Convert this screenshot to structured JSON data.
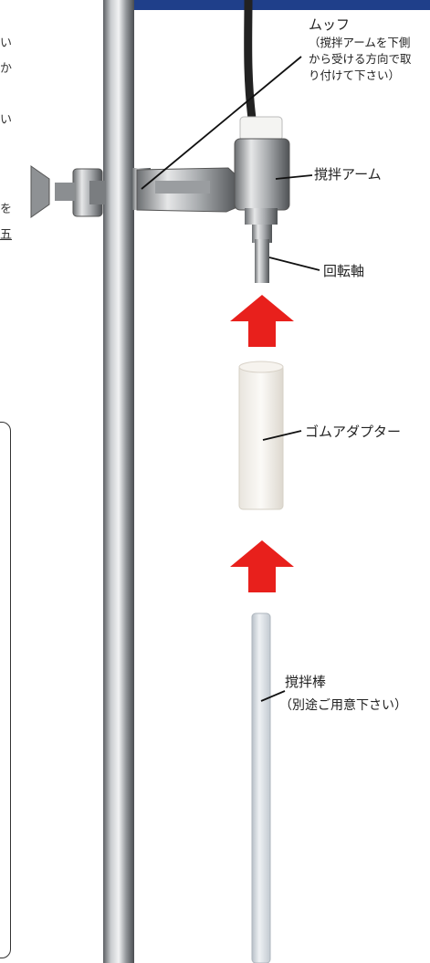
{
  "left_fragments": [
    "い",
    "か",
    "い",
    "を",
    "五"
  ],
  "labels": {
    "muff_title": "ムッフ",
    "muff_note_1": "（撹拌アームを下側",
    "muff_note_2": "から受ける方向で取",
    "muff_note_3": "り付けて下さい）",
    "arm": "撹拌アーム",
    "shaft": "回転軸",
    "adapter": "ゴムアダプター",
    "rod": "撹拌棒",
    "rod_note": "（別途ご用意下さい）"
  },
  "colors": {
    "top_bar": "#1f3f8a",
    "arrow": "#e8201c"
  }
}
